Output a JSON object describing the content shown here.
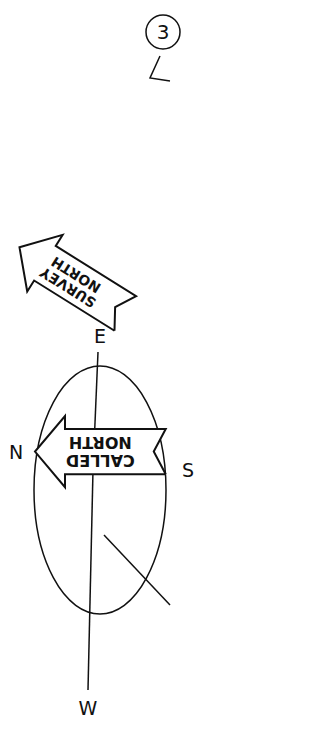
{
  "diagram": {
    "nodes": [
      {
        "text": [
          "3"
        ]
      },
      {
        "text": [
          "SURVEY NORTH"
        ]
      },
      {
        "text": [
          "CALLED NORTH"
        ]
      }
    ],
    "labels": [
      "E",
      "N",
      "S",
      "W"
    ]
  }
}
